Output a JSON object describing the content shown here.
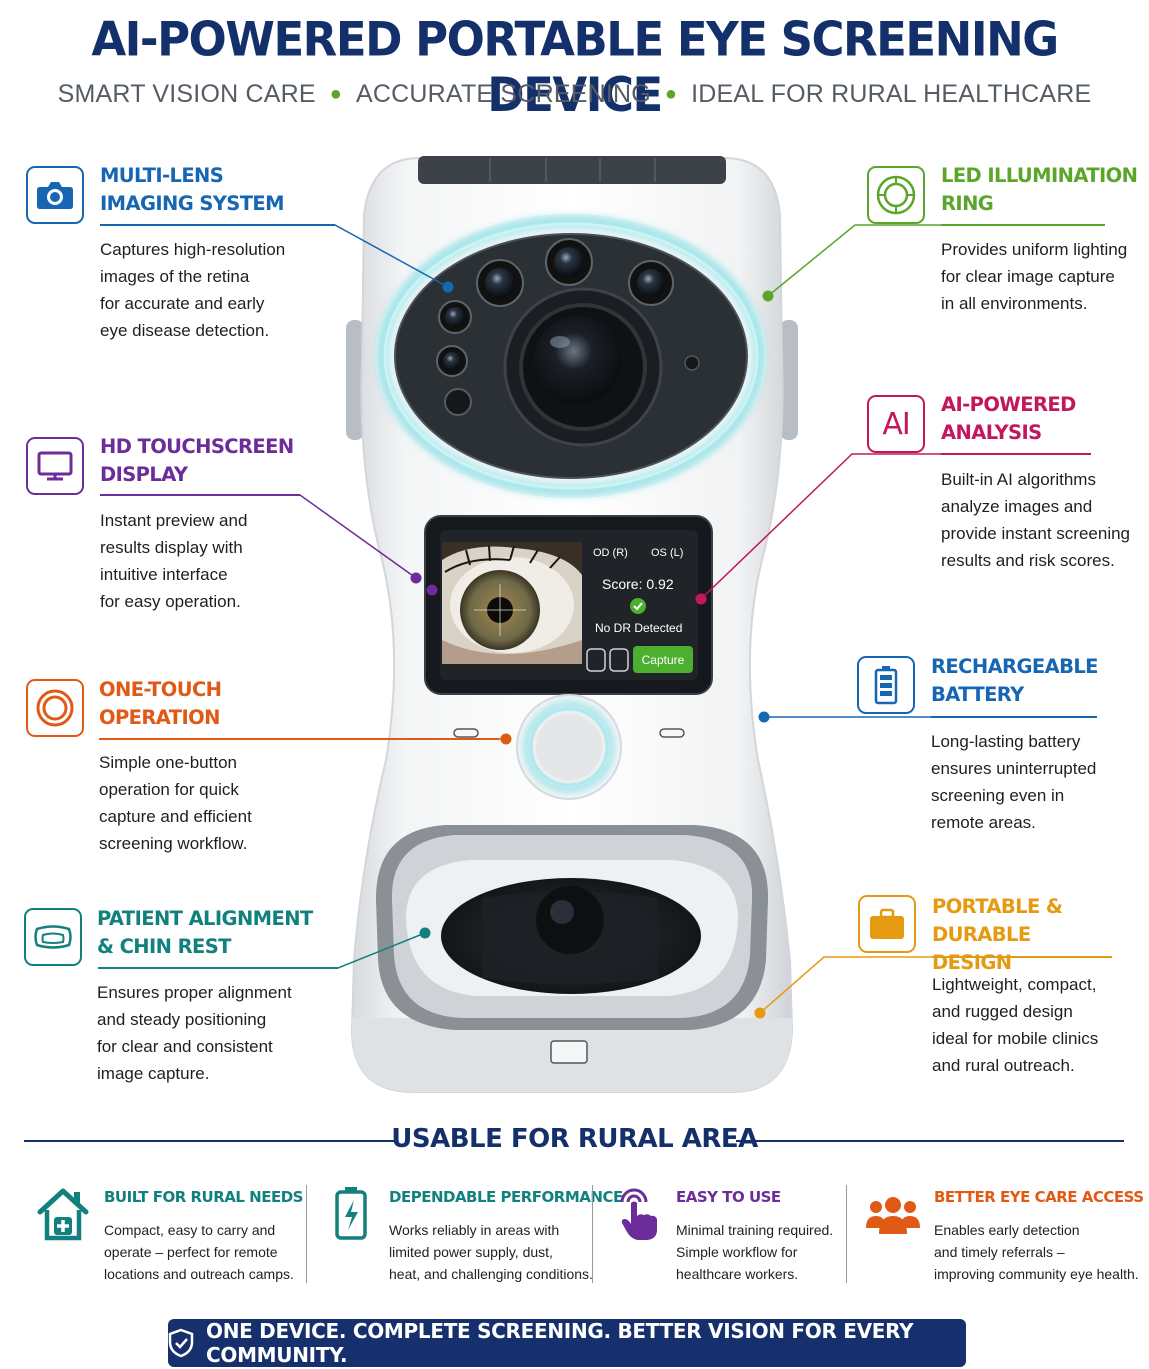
{
  "header": {
    "title": "AI-POWERED PORTABLE EYE SCREENING DEVICE",
    "subtitle_items": [
      "SMART VISION CARE",
      "ACCURATE SCREENING",
      "IDEAL FOR RURAL HEALTHCARE"
    ]
  },
  "colors": {
    "navy": "#14306b",
    "blue": "#1766b4",
    "green": "#5aa52a",
    "purple": "#6c2d9a",
    "magenta": "#c2185b",
    "orange": "#e05a16",
    "teal": "#12807c",
    "gold": "#e59a12",
    "capture_green": "#4caf2f"
  },
  "features": {
    "multi_lens": {
      "title": "MULTI-LENS\nIMAGING SYSTEM",
      "desc": "Captures high-resolution\nimages of the retina\nfor accurate and early\neye disease detection.",
      "icon": "camera-icon"
    },
    "led_ring": {
      "title": "LED ILLUMINATION\nRING",
      "desc": "Provides uniform lighting\nfor clear image capture\nin all environments.",
      "icon": "led-ring-icon"
    },
    "touchscreen": {
      "title": "HD TOUCHSCREEN\nDISPLAY",
      "desc": "Instant preview and\nresults display with\nintuitive interface\nfor easy operation.",
      "icon": "monitor-icon"
    },
    "ai_analysis": {
      "title": "AI-POWERED\nANALYSIS",
      "desc": "Built-in AI algorithms\nanalyze images and\nprovide instant screening\nresults and risk scores.",
      "icon_text": "AI"
    },
    "one_touch": {
      "title": "ONE-TOUCH\nOPERATION",
      "desc": "Simple one-button\noperation for quick\ncapture and efficient\nscreening workflow.",
      "icon": "button-icon"
    },
    "battery": {
      "title": "RECHARGEABLE\nBATTERY",
      "desc": "Long-lasting battery\nensures uninterrupted\nscreening even in\nremote areas.",
      "icon": "battery-icon"
    },
    "chin_rest": {
      "title": "PATIENT ALIGNMENT\n& CHIN REST",
      "desc": "Ensures proper alignment\nand steady positioning\nfor clear and consistent\nimage capture.",
      "icon": "chin-rest-icon"
    },
    "portable": {
      "title": "PORTABLE & DURABLE\nDESIGN",
      "desc": "Lightweight, compact,\nand rugged design\nideal for mobile clinics\nand rural outreach.",
      "icon": "briefcase-icon"
    }
  },
  "screen": {
    "tab_right_eye": "OD (R)",
    "tab_left_eye": "OS (L)",
    "score": "Score: 0.92",
    "result": "No DR Detected",
    "capture_label": "Capture"
  },
  "rural": {
    "title": "USABLE FOR RURAL AREA",
    "benefits": [
      {
        "title": "BUILT FOR RURAL NEEDS",
        "desc": "Compact, easy to carry and\noperate – perfect for remote\nlocations and outreach camps.",
        "icon": "house-medical-icon"
      },
      {
        "title": "DEPENDABLE PERFORMANCE",
        "desc": "Works reliably in areas with\nlimited power supply, dust,\nheat, and challenging conditions.",
        "icon": "battery-bolt-icon"
      },
      {
        "title": "EASY TO USE",
        "desc": "Minimal training required.\nSimple workflow for\nhealthcare workers.",
        "icon": "touch-hand-icon"
      },
      {
        "title": "BETTER EYE CARE ACCESS",
        "desc": "Enables early detection\nand timely referrals –\nimproving community eye health.",
        "icon": "community-icon"
      }
    ]
  },
  "banner": {
    "text": "ONE DEVICE. COMPLETE SCREENING. BETTER VISION FOR EVERY COMMUNITY.",
    "icon": "shield-check-icon"
  }
}
